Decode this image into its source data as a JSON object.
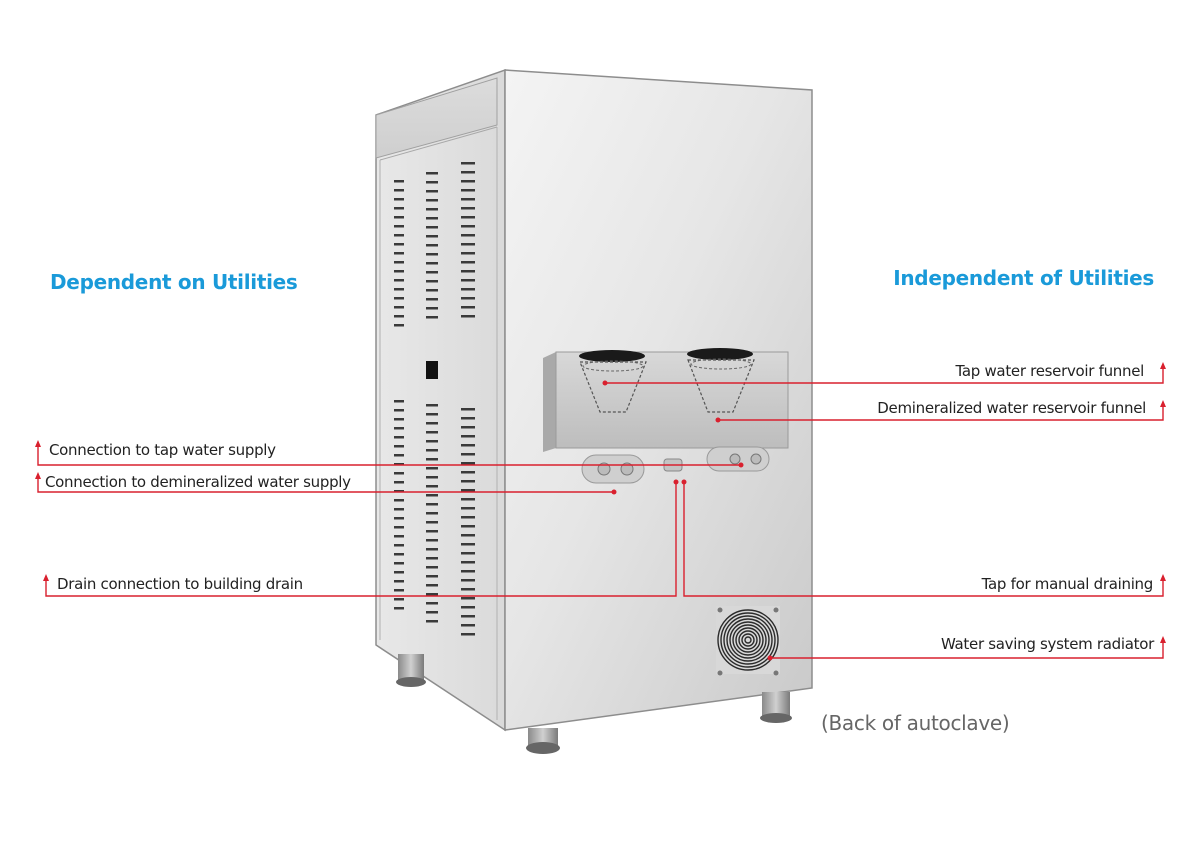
{
  "headings": {
    "left": "Dependent on Utilities",
    "right": "Independent of Utilities"
  },
  "caption": "(Back of autoclave)",
  "callouts_left": [
    {
      "id": "tap-water-supply",
      "text": "Connection to tap water supply"
    },
    {
      "id": "demineralized-water-supply",
      "text": "Connection to demineralized water supply"
    },
    {
      "id": "building-drain",
      "text": "Drain connection to building drain"
    }
  ],
  "callouts_right": [
    {
      "id": "tap-water-funnel",
      "text": "Tap water reservoir funnel"
    },
    {
      "id": "demineralized-funnel",
      "text": "Demineralized water reservoir funnel"
    },
    {
      "id": "manual-draining-tap",
      "text": "Tap for manual draining"
    },
    {
      "id": "radiator",
      "text": "Water saving system radiator"
    }
  ],
  "colors": {
    "heading": "#1a9ad9",
    "leader_line": "#d9202e",
    "label_text": "#222222",
    "caption_text": "#666666"
  }
}
